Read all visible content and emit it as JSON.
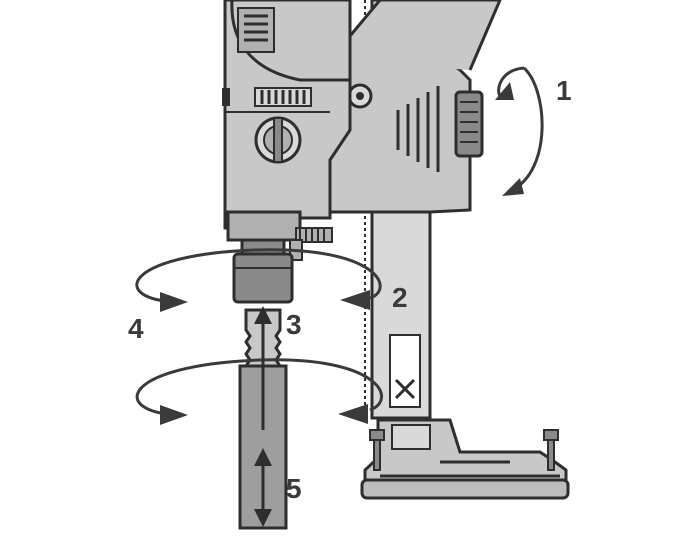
{
  "figure": {
    "step_labels": [
      "1",
      "2",
      "3",
      "4",
      "5"
    ]
  },
  "colors": {
    "ink": "#2e2e2e",
    "body_gray": "#c8c8c8",
    "light_gray": "#d9d9d9",
    "dark_gray": "#8a8a8a",
    "arrow": "#3a3a3a"
  }
}
